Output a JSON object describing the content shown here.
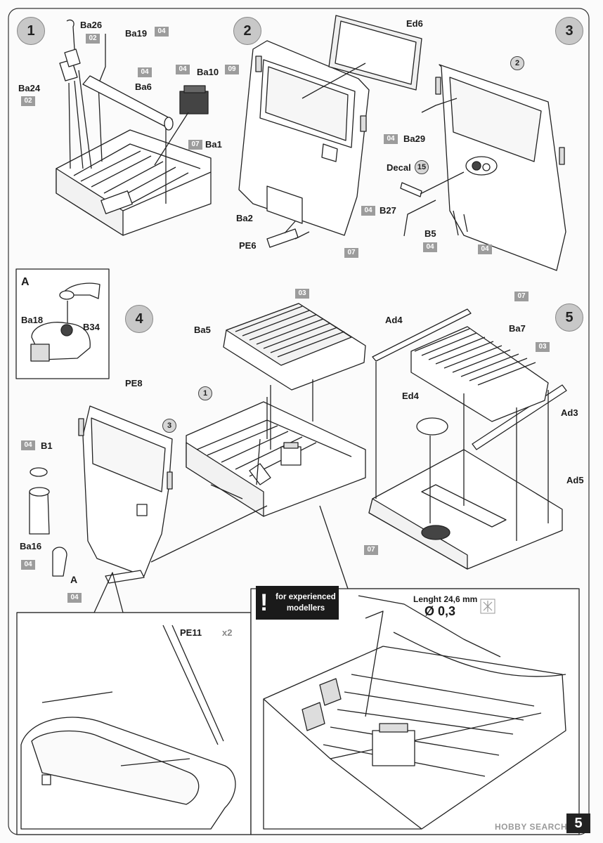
{
  "steps": {
    "s1": "1",
    "s2": "2",
    "s3": "3",
    "s4": "4",
    "s5": "5"
  },
  "refs": {
    "r2": "2",
    "r1": "1",
    "r3": "3",
    "decal_no": "15"
  },
  "parts": {
    "Ba26": "Ba26",
    "Ba19": "Ba19",
    "Ba24": "Ba24",
    "Ba6": "Ba6",
    "Ba10": "Ba10",
    "Ba1": "Ba1",
    "Ed6": "Ed6",
    "Ba2": "Ba2",
    "PE6": "PE6",
    "Ba29": "Ba29",
    "Decal": "Decal",
    "B27": "B27",
    "B5": "B5",
    "A": "A",
    "Ba18": "Ba18",
    "B34": "B34",
    "PE8": "PE8",
    "B1": "B1",
    "Ba16": "Ba16",
    "A2": "A",
    "Ba5": "Ba5",
    "Ad4": "Ad4",
    "Ba7": "Ba7",
    "Ed4": "Ed4",
    "Ad3": "Ad3",
    "Ad5": "Ad5",
    "PE11": "PE11",
    "x2": "x2"
  },
  "sprues": {
    "b02a": "02",
    "b04a": "04",
    "b02b": "02",
    "b04b": "04",
    "b04c": "04",
    "b09": "09",
    "b07a": "07",
    "b07b": "07",
    "b04d": "04",
    "b04e": "04",
    "b04f": "04",
    "b04g": "04",
    "b07c": "07",
    "b03a": "03",
    "b04h": "04",
    "b04i": "04",
    "b04j": "04",
    "b03b": "03",
    "b07d": "07"
  },
  "warning": {
    "mark": "!",
    "text": "for experienced modellers"
  },
  "wire": {
    "length": "Lenght 24,6 mm",
    "diameter": "Ø 0,3"
  },
  "page_number": "5",
  "watermark": "HOBBY SEARCH",
  "colors": {
    "sprue_badge": "#9c9c9c",
    "step_circle": "#c8c8c8",
    "warning_bg": "#1a1a1a"
  }
}
